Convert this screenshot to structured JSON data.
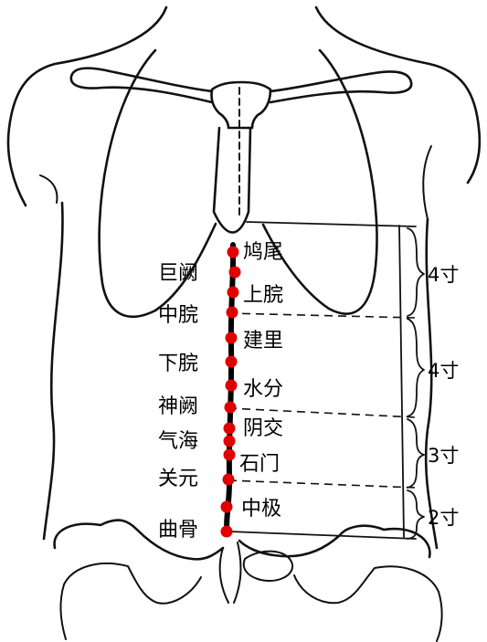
{
  "colors": {
    "point": "#e00000",
    "line": "#000000",
    "background": "#ffffff"
  },
  "points": [
    {
      "name": "鸠尾",
      "side": "right"
    },
    {
      "name": "巨阙",
      "side": "left"
    },
    {
      "name": "上脘",
      "side": "right"
    },
    {
      "name": "中脘",
      "side": "left"
    },
    {
      "name": "建里",
      "side": "right"
    },
    {
      "name": "下脘",
      "side": "left"
    },
    {
      "name": "水分",
      "side": "right"
    },
    {
      "name": "神阙",
      "side": "left"
    },
    {
      "name": "阴交",
      "side": "right"
    },
    {
      "name": "气海",
      "side": "left"
    },
    {
      "name": "石门",
      "side": "right"
    },
    {
      "name": "关元",
      "side": "left"
    },
    {
      "name": "中极",
      "side": "right"
    },
    {
      "name": "曲骨",
      "side": "left"
    }
  ],
  "measurements": [
    {
      "label": "4寸"
    },
    {
      "label": "4寸"
    },
    {
      "label": "3寸"
    },
    {
      "label": "2寸"
    }
  ]
}
